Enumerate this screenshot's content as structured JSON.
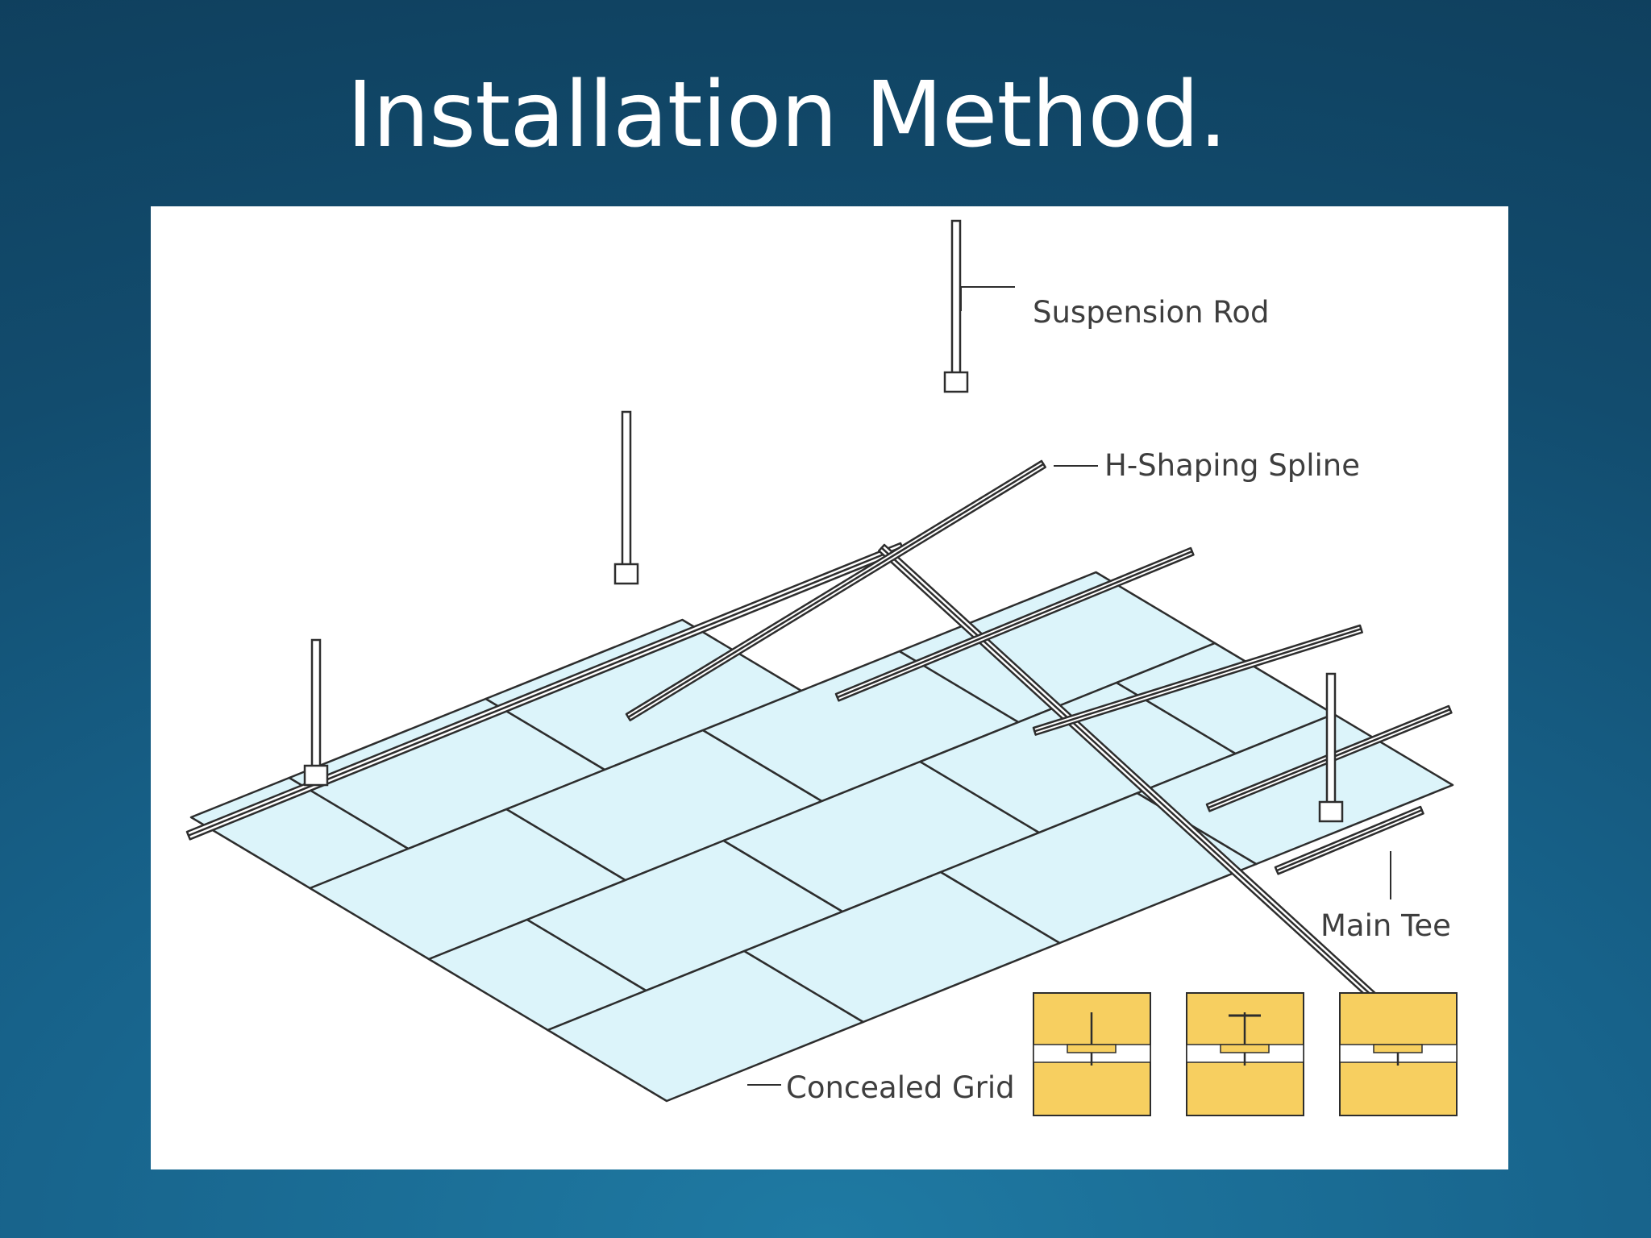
{
  "slide": {
    "title": "Installation Method."
  },
  "diagram": {
    "labels": {
      "suspension_rod": "Suspension Rod",
      "h_shaping_spline": "H-Shaping Spline",
      "main_tee": "Main Tee",
      "concealed_grid": "Concealed Grid"
    },
    "colors": {
      "panel_fill": "#dcf4fa",
      "detail_fill": "#f7cf60",
      "line": "#2d2d2d",
      "background_dark": "#0f3f5d",
      "background_light": "#1f7aa3"
    }
  }
}
